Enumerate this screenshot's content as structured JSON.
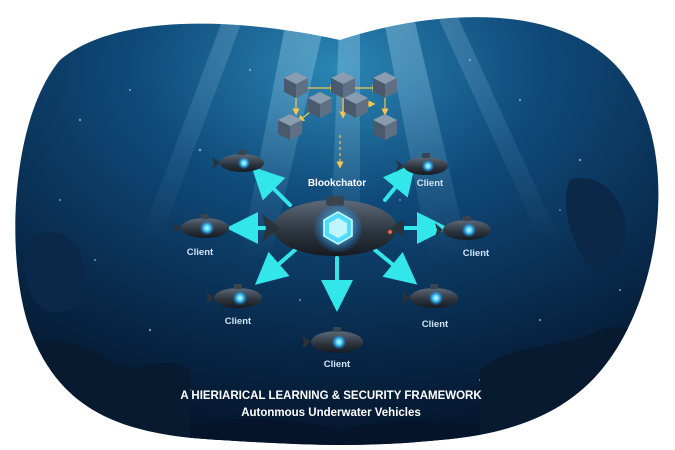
{
  "hub_label": "Blookchator",
  "client_label": "Client",
  "title_line1": "A HIERIARICAL LEARNING & SECURITY FRAMEWORK",
  "title_line2": "Autonmous Underwater Vehicles",
  "colors": {
    "water_deep": "#061a33",
    "water_mid": "#0d3a66",
    "water_light": "#1b6f9e",
    "arrow": "#32e6ea",
    "core_glow": "#3fd0ff",
    "cube": "#5b6f84",
    "chain_arrow": "#f5c64a",
    "text": "#ffffff"
  }
}
